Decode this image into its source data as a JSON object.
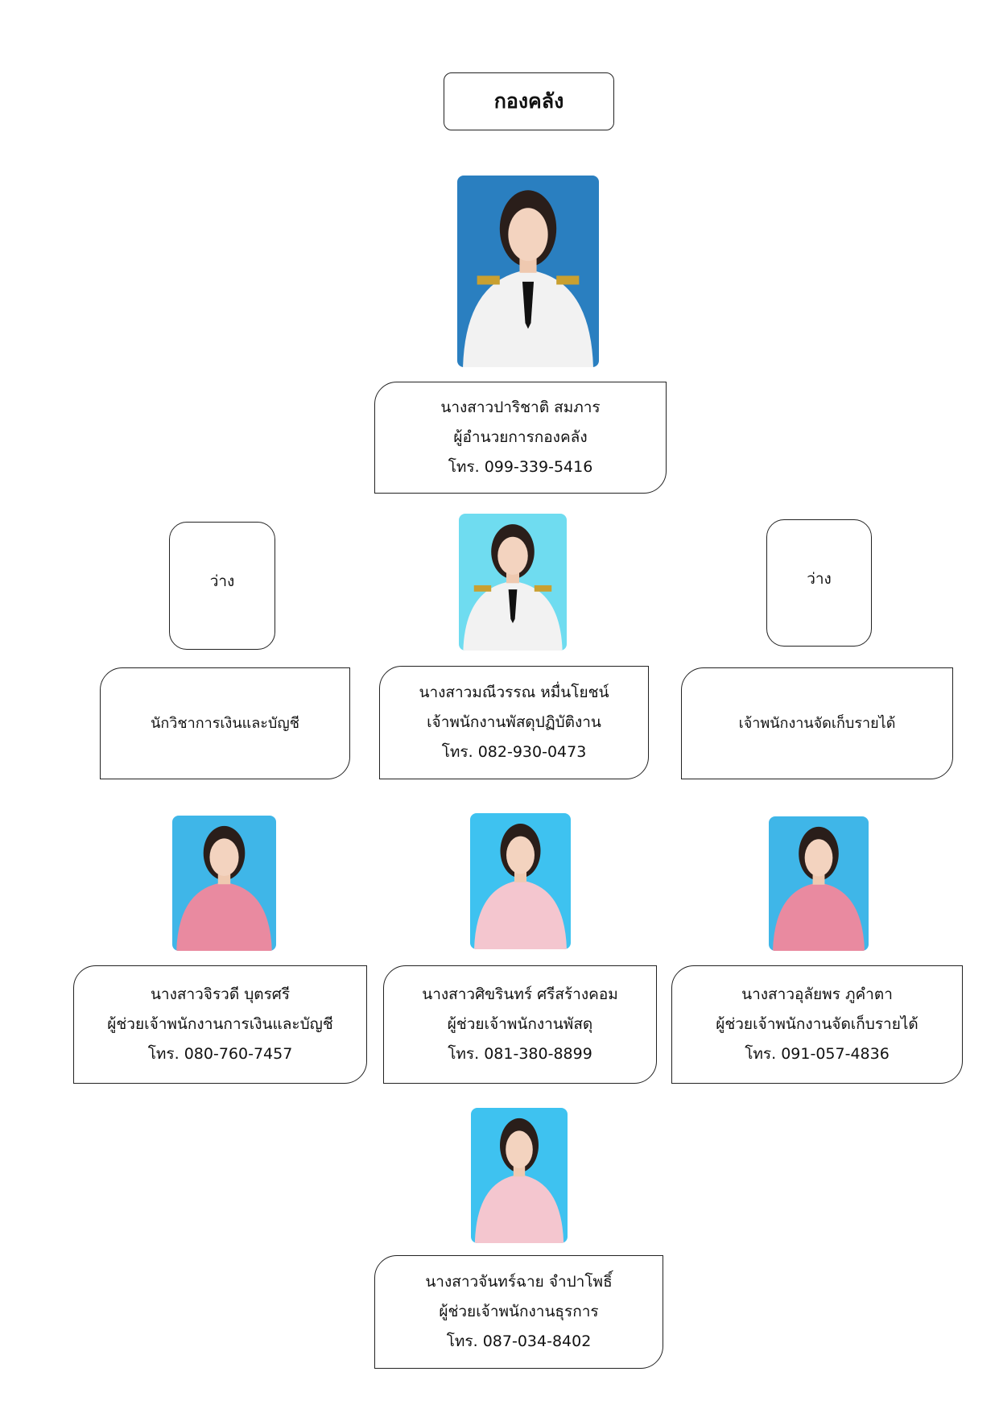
{
  "title": "กองคลัง",
  "director": {
    "name": "นางสาวปาริชาติ  สมภาร",
    "position": "ผู้อำนวยการกองคลัง",
    "phone": "โทร. 099-339-5416"
  },
  "row2": {
    "left": {
      "vacant_label": "ว่าง",
      "position": "นักวิชาการเงินและบัญชี"
    },
    "center": {
      "name": "นางสาวมณีวรรณ  หมื่นโยชน์",
      "position": "เจ้าพนักงานพัสดุปฏิบัติงาน",
      "phone": "โทร. 082-930-0473"
    },
    "right": {
      "vacant_label": "ว่าง",
      "position": "เจ้าพนักงานจัดเก็บรายได้"
    }
  },
  "row3": [
    {
      "name": "นางสาวจิรวดี  บุตรศรี",
      "position": "ผู้ช่วยเจ้าพนักงานการเงินและบัญชี",
      "phone": "โทร. 080-760-7457"
    },
    {
      "name": "นางสาวศิขรินทร์ ศรีสร้างคอม",
      "position": "ผู้ช่วยเจ้าพนักงานพัสดุ",
      "phone": "โทร. 081-380-8899"
    },
    {
      "name": "นางสาวอุลัยพร  ภูคำตา",
      "position": "ผู้ช่วยเจ้าพนักงานจัดเก็บรายได้",
      "phone": "โทร. 091-057-4836"
    }
  ],
  "row4": {
    "name": "นางสาวจันทร์ฉาย จำปาโพธิ์",
    "position": "ผู้ช่วยเจ้าพนักงานธุรการ",
    "phone": "โทร. 087-034-8402"
  },
  "colors": {
    "photo_bg": "#3fb6e8",
    "uniform": "#f2f2f2",
    "pink_top": "#e98aa0"
  }
}
